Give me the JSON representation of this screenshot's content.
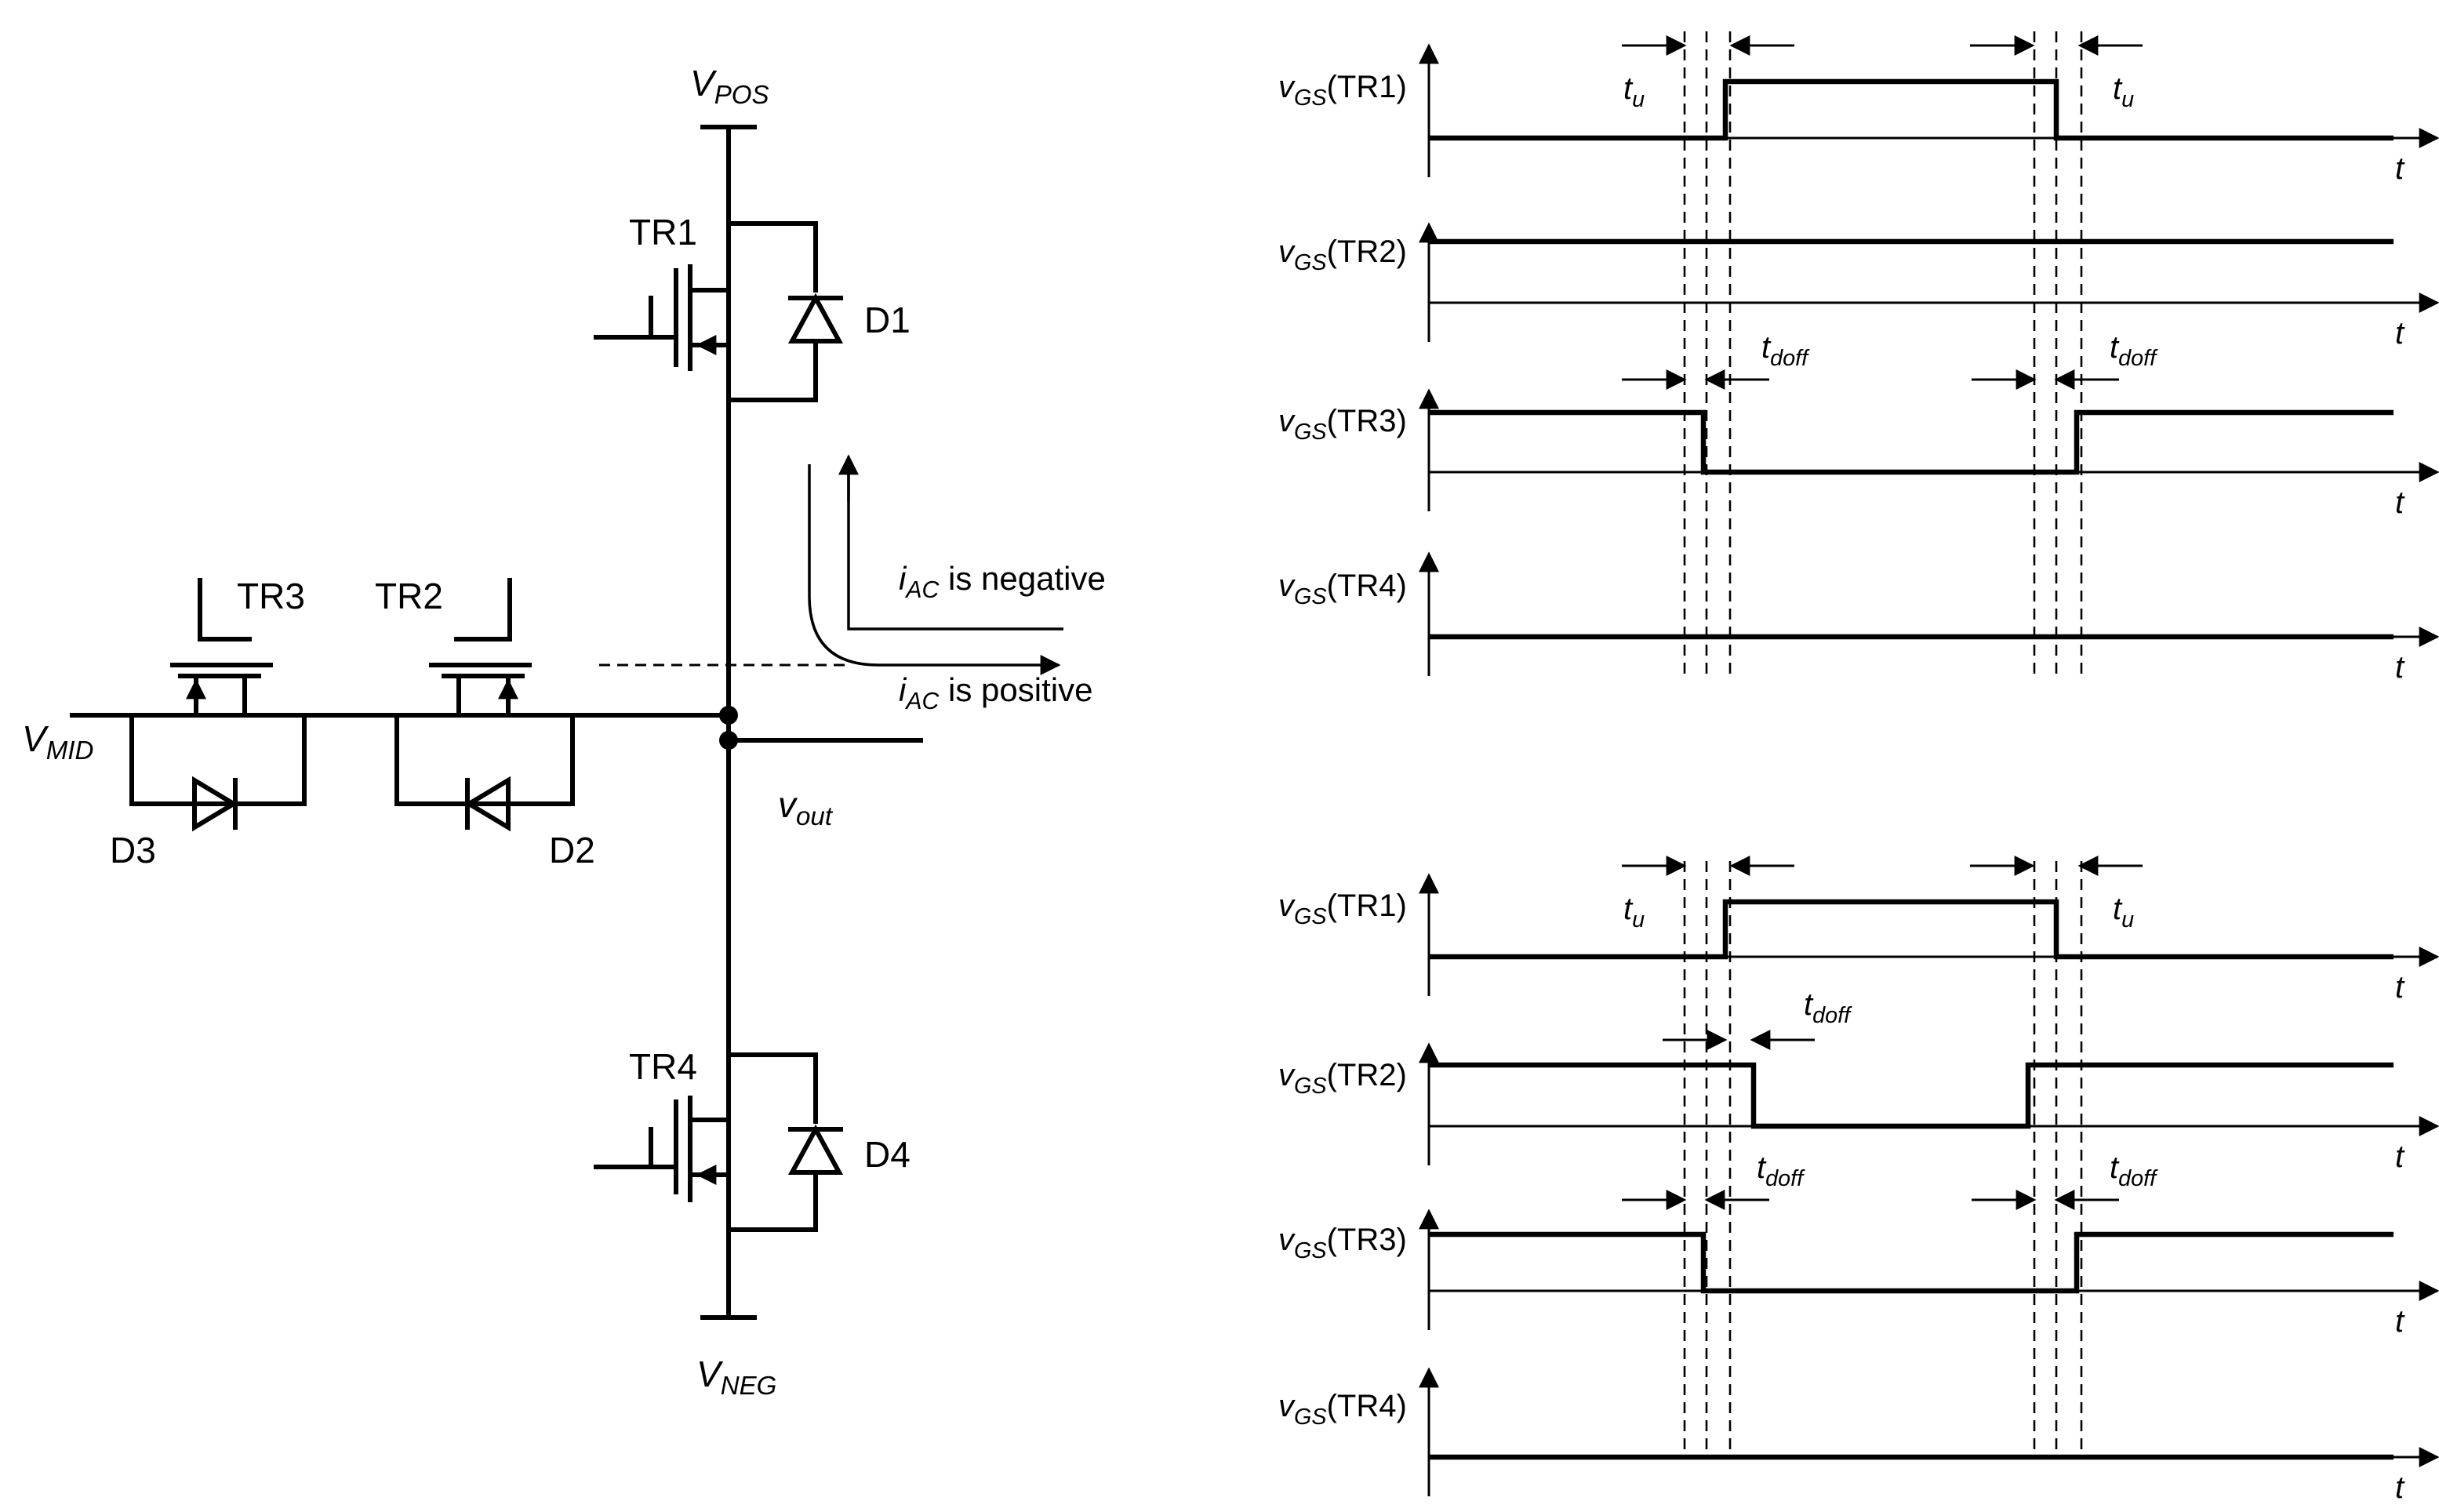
{
  "circuit": {
    "supplies": {
      "pos": {
        "main": "V",
        "sub": "POS"
      },
      "neg": {
        "main": "V",
        "sub": "NEG"
      },
      "mid": {
        "main": "V",
        "sub": "MID"
      }
    },
    "output": {
      "main": "v",
      "sub": "out"
    },
    "transistors": [
      "TR1",
      "TR2",
      "TR3",
      "TR4"
    ],
    "diodes": [
      "D1",
      "D2",
      "D3",
      "D4"
    ],
    "current_labels": {
      "negative": {
        "var": "i",
        "sub": "AC",
        "text": " is negative"
      },
      "positive": {
        "var": "i",
        "sub": "AC",
        "text": " is positive"
      }
    }
  },
  "timing": {
    "time_axis_label": "t",
    "signal_prefix": {
      "main": "v",
      "sub": "GS"
    },
    "delay_labels": {
      "tu": {
        "main": "t",
        "sub": "u"
      },
      "tdoff": {
        "main": "t",
        "sub": "doff"
      }
    },
    "upper_group": [
      {
        "name": "(TR1)",
        "waveform": "pulse-high-during-positive"
      },
      {
        "name": "(TR2)",
        "waveform": "constant-high"
      },
      {
        "name": "(TR3)",
        "waveform": "low-during-pulse"
      },
      {
        "name": "(TR4)",
        "waveform": "constant-low"
      }
    ],
    "lower_group": [
      {
        "name": "(TR1)",
        "waveform": "pulse-high-during-positive"
      },
      {
        "name": "(TR2)",
        "waveform": "low-during-pulse"
      },
      {
        "name": "(TR3)",
        "waveform": "low-during-pulse"
      },
      {
        "name": "(TR4)",
        "waveform": "constant-low"
      }
    ]
  }
}
